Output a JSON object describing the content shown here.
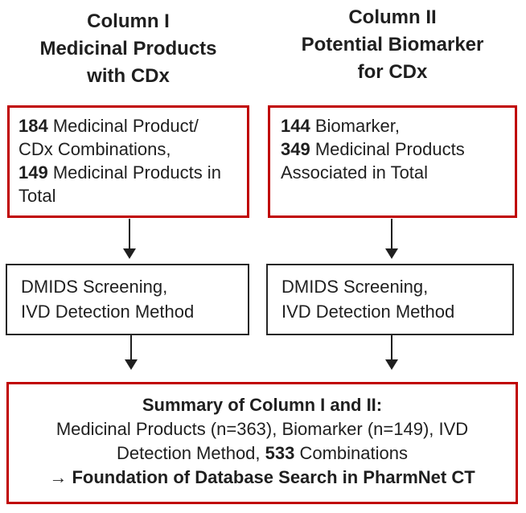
{
  "colors": {
    "red_border": "#c00000",
    "black_border": "#262626",
    "text": "#1f1f1f",
    "background": "#ffffff"
  },
  "headers": {
    "col1": [
      "Column I",
      "Medicinal Products",
      "with CDx"
    ],
    "col2": [
      "Column II",
      "Potential Biomarker",
      "for CDx"
    ]
  },
  "col1_source_box": {
    "line1_num": "184",
    "line1_rest": " Medicinal Product/",
    "line2": "CDx Combinations,",
    "line3_num": "149",
    "line3_rest": " Medicinal Products in",
    "line4": "Total"
  },
  "col2_source_box": {
    "line1_num": "144",
    "line1_rest": " Biomarker,",
    "line2_num": "349",
    "line2_rest": " Medicinal Products",
    "line3": "Associated in Total"
  },
  "col1_process_box": {
    "line1": "DMIDS Screening,",
    "line2": "IVD Detection Method"
  },
  "col2_process_box": {
    "line1": "DMIDS Screening,",
    "line2": "IVD Detection Method"
  },
  "summary_box": {
    "title": "Summary of Column I and II:",
    "line2": "Medicinal Products (n=363), Biomarker (n=149), IVD",
    "line3_pre": "Detection Method, ",
    "line3_num": "533",
    "line3_post": " Combinations",
    "line4_arrow": "→",
    "line4_text": "Foundation of Database Search in PharmNet CT"
  }
}
